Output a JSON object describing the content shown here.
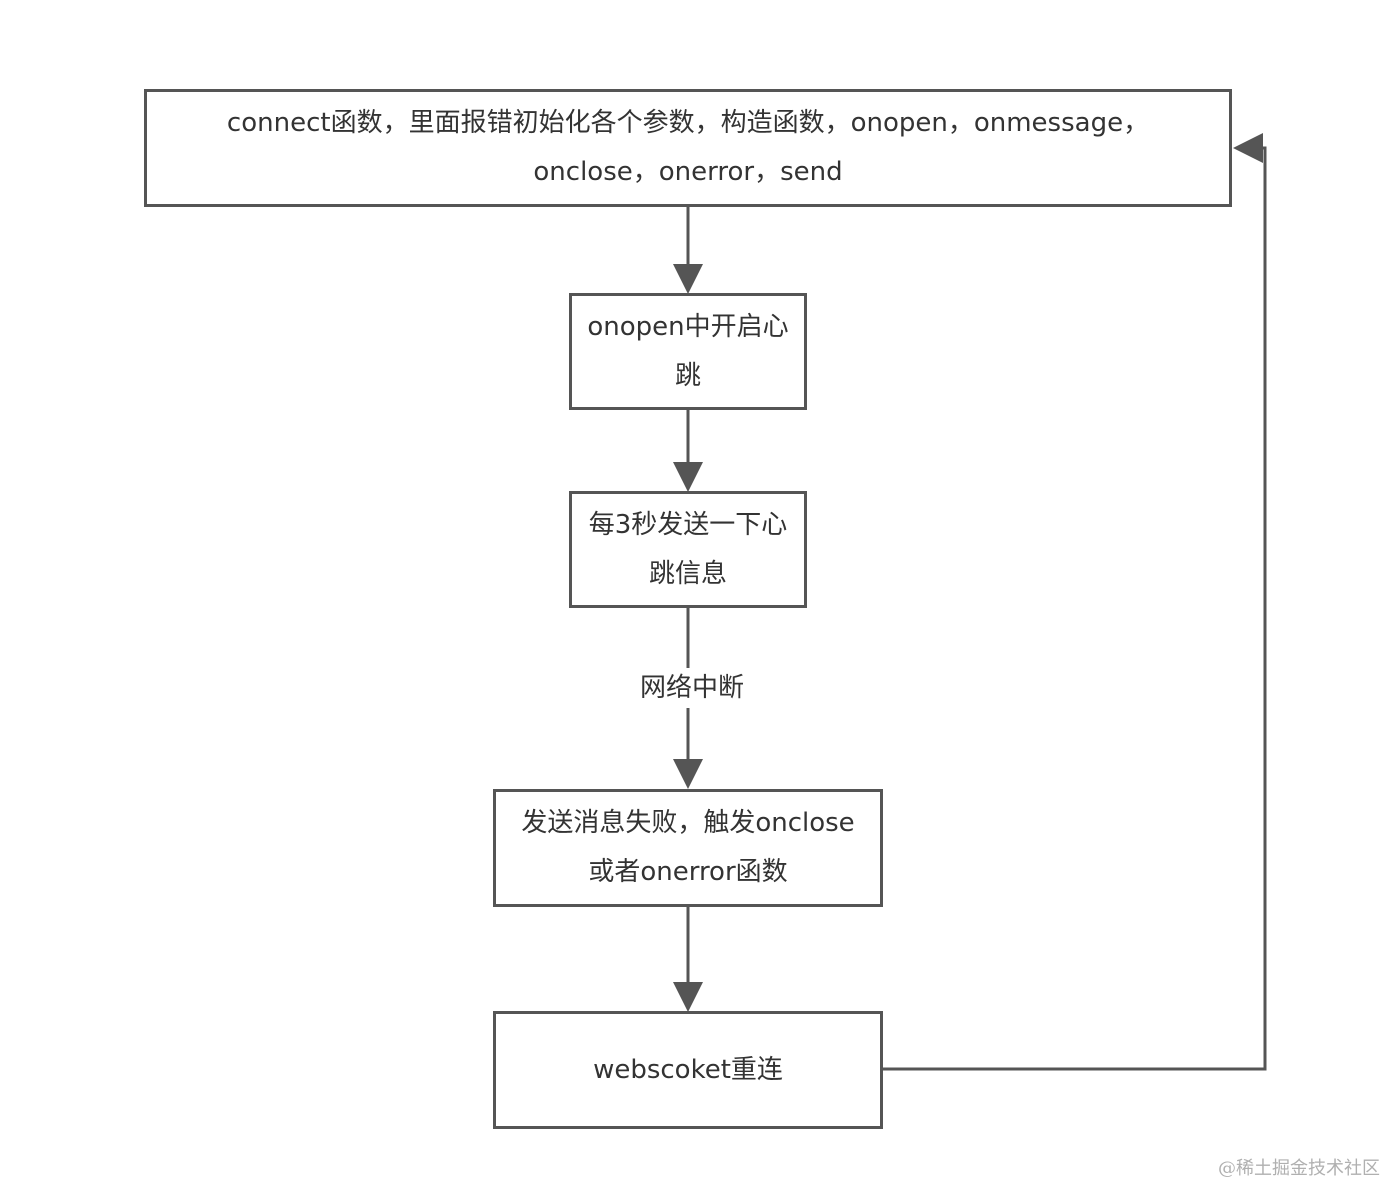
{
  "diagram": {
    "nodes": [
      {
        "id": "connect",
        "text": "connect函数，里面报错初始化各个参数，构造函数，onopen，onmessage，onclose，onerror，send"
      },
      {
        "id": "heartbeat-start",
        "text": "onopen中开启心跳"
      },
      {
        "id": "heartbeat-interval",
        "text": "每3秒发送一下心跳信息"
      },
      {
        "id": "send-fail",
        "text": "发送消息失败，触发onclose或者onerror函数"
      },
      {
        "id": "reconnect",
        "text": "webscoket重连"
      }
    ],
    "edges": [
      {
        "from": "connect",
        "to": "heartbeat-start",
        "label": ""
      },
      {
        "from": "heartbeat-start",
        "to": "heartbeat-interval",
        "label": ""
      },
      {
        "from": "heartbeat-interval",
        "to": "send-fail",
        "label": "网络中断"
      },
      {
        "from": "send-fail",
        "to": "reconnect",
        "label": ""
      },
      {
        "from": "reconnect",
        "to": "connect",
        "label": ""
      }
    ],
    "colors": {
      "stroke": "#555555",
      "text": "#333333",
      "watermark": "#b0b0b0"
    }
  },
  "watermark": "@稀土掘金技术社区"
}
